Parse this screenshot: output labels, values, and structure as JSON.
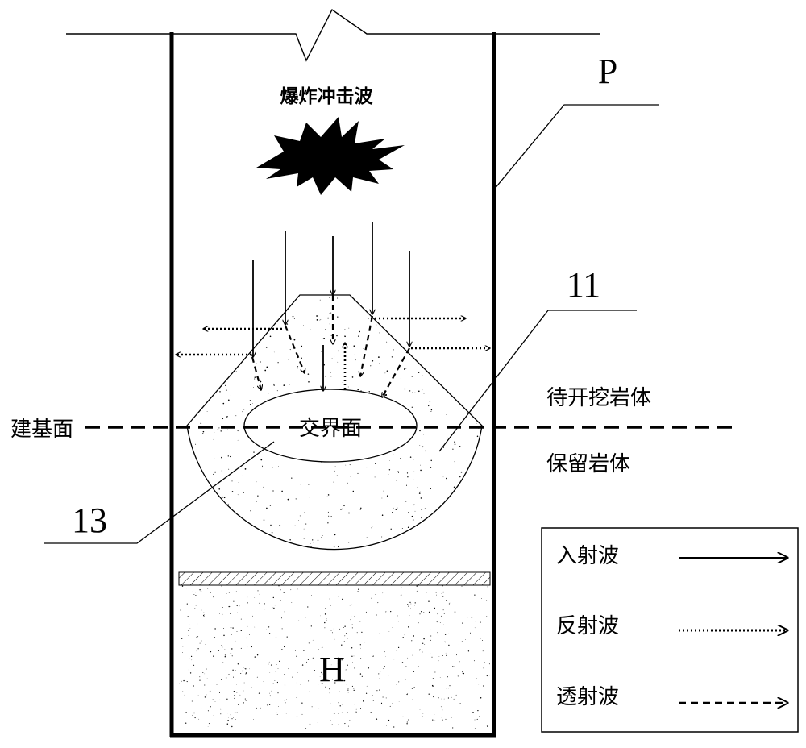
{
  "labels": {
    "explosion": "爆炸冲击波",
    "P": "P",
    "H": "H",
    "n11": "11",
    "n13": "13",
    "interface": "交界面",
    "foundation": "建基面",
    "to_excavate": "待开挖岩体",
    "retained": "保留岩体"
  },
  "legend": {
    "items": [
      {
        "label": "入射波",
        "line": "solid"
      },
      {
        "label": "反射波",
        "line": "dotted"
      },
      {
        "label": "透射波",
        "line": "dashed"
      }
    ]
  },
  "colors": {
    "ink": "#000000",
    "background": "#ffffff"
  }
}
